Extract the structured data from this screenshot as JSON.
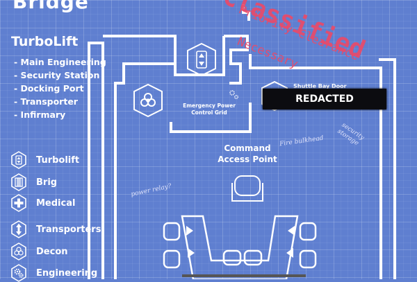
{
  "map": {
    "title": "Bridge",
    "legend": {
      "heading": "TurboLift",
      "destinations": [
        "Main Engineering",
        "Security Station",
        "Docking Port",
        "Transporter",
        "Infirmary"
      ]
    },
    "keys": [
      {
        "icon": "turbolift-icon",
        "label": "Turbolift"
      },
      {
        "icon": "brig-icon",
        "label": "Brig"
      },
      {
        "icon": "medical-icon",
        "label": "Medical"
      },
      {
        "icon": "transporter-icon",
        "label": "Transporters"
      },
      {
        "icon": "biohazard-icon",
        "label": "Decon"
      },
      {
        "icon": "gears-icon",
        "label": "Engineering"
      }
    ],
    "rooms": {
      "emergency_power": "Emergency Power\nControl Grid",
      "command": "Command\nAccess Point",
      "behind_redaction": "Shuttle Bay Door"
    },
    "redaction_label": "REDACTED",
    "stamp": {
      "headline": "Classified",
      "line1": "Priority Clearance",
      "line2": "Necessary"
    },
    "notes": {
      "fire": "Fire bulkhead",
      "security": "security\nstorage",
      "power": "power relay?"
    },
    "colors": {
      "background": "#5f7fd0",
      "line": "#ffffff",
      "stamp": "#e94a6a",
      "redaction": "#0c0c10"
    }
  }
}
